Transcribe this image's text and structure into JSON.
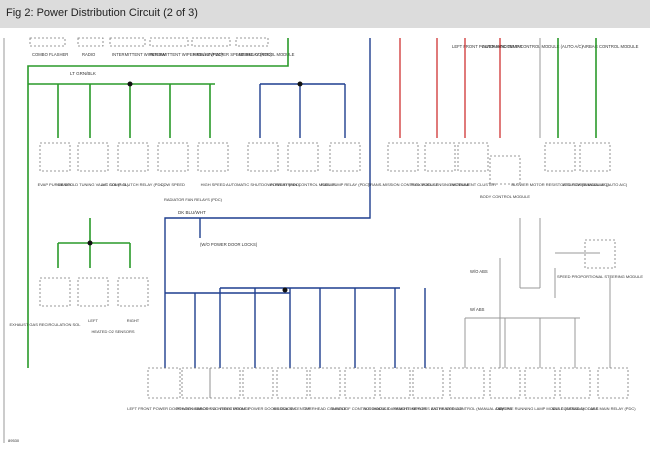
{
  "page": {
    "title": "Fig 2: Power Distribution Circuit (2 of 3)"
  },
  "colors": {
    "green": "#2a9a2a",
    "blue": "#1f3f8f",
    "red": "#cc2222",
    "gray": "#888888",
    "dark": "#333333"
  },
  "wire_labels": {
    "lt_grn_blk_top": "LT GRN/BLK",
    "dk_blu_wht_mid": "DK BLU/WHT",
    "wo_power_locks": "(W/O POWER DOOR LOCKS)"
  },
  "top_modules": [
    "COMBO FLASHER",
    "RADIO",
    "INTERMITTENT WIPER SW",
    "INTERMITTENT WIPER RELAY (PDC)",
    "HIGH/LOW WIPER SPEED RELAY (PDC)",
    "AIRBAG CONTROL MODULE",
    "LEFT FRONT POWER WINDOW SW",
    "AUTOMATIC TEMP CONTROL MODULE (AUTO A/C)",
    "AIRBAG CONTROL MODULE"
  ],
  "row1_components": [
    "EVAP PURGE SOL",
    "MANIFOLD TUNING VALVE SOL (3.5L)",
    "A/C COMP CLUTCH RELAY (PDC)",
    "LOW SPEED",
    "HIGH SPEED",
    "AUTOMATIC SHUTDOWN RELAY (PDC)",
    "POWERTRAIN CONTROL MODULE",
    "FUEL PUMP RELAY (PDC)",
    "TRANS-MISSION CONTROL MODULE",
    "FLEX FUEL SENSING MODULE",
    "INSTRUMENT CLUSTER",
    "BODY CONTROL MODULE",
    "BLOWER MOTOR RESISTOR BLOCK (MANUAL A/C)",
    "ATC POWER MODULE (AUTO A/C)"
  ],
  "radiator_fan": "RADIATOR FAN RELAYS (PDC)",
  "row2_components": [
    "EXHAUST GAS RECIRCULATION SOL",
    "LEFT",
    "RIGHT"
  ],
  "heated_o2": "HEATED O2 SENSORS",
  "speed_steering": "SPEED PROPORTIONAL STEERING MODULE",
  "bottom_components": [
    "LEFT FRONT POWER DOOR LOCK SW",
    "POWER MIRROR SW",
    "BODY CONTROL MODULE",
    "RIGHT FRONT POWER DOOR LOCK SW",
    "MESSAGE CENTER",
    "OVERHEAD CONSOLE",
    "SUNROOF CONTROL MODULE",
    "AUTOMATIC DAY/NIGHT MIRROR",
    "REMOTE KEYLESS ENTRY MODULE",
    "A/C HEATER CONTROL (MANUAL A/C)",
    "SMLPS",
    "DAYTIME RUNNING LAMP MODULE (CANADA)",
    "ABS CONTROL MODULE",
    "ABS MAIN RELAY (PDC)"
  ],
  "abs_labels": {
    "wo_abs": "W/O ABS",
    "w_abs": "W/ ABS"
  },
  "footer_code": "89530"
}
